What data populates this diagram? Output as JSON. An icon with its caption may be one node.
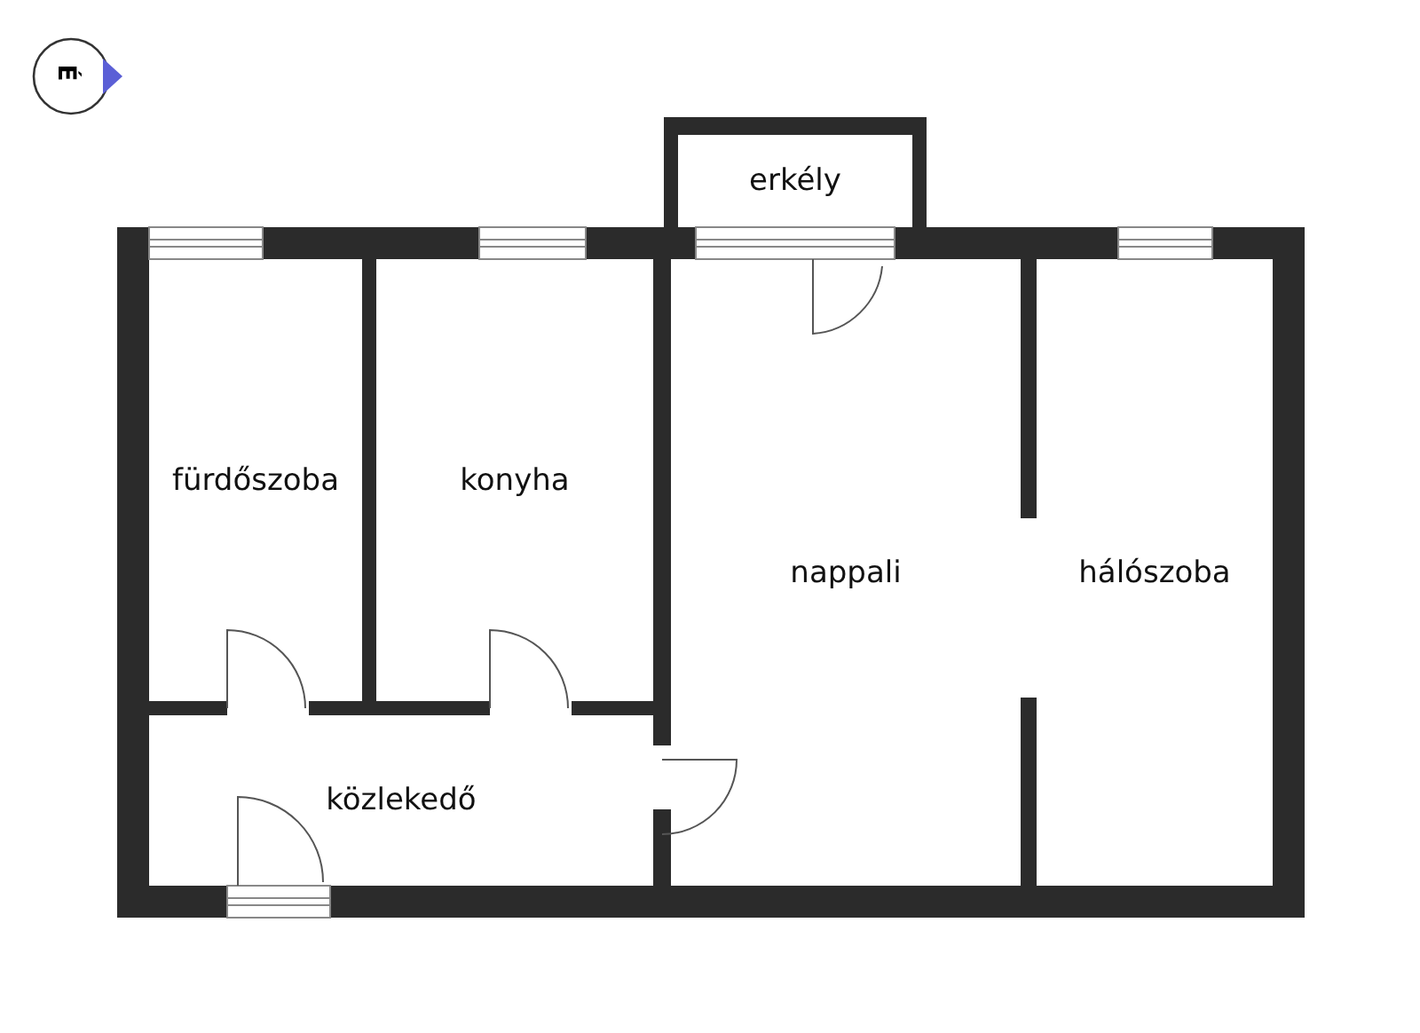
{
  "diagram": {
    "nodes": [
      {
        "text": [
          "erkély"
        ]
      },
      {
        "text": [
          "fürdőszoba"
        ]
      },
      {
        "text": [
          "konyha"
        ]
      },
      {
        "text": [
          "nappali"
        ]
      },
      {
        "text": [
          "hálószoba"
        ]
      },
      {
        "text": [
          "közlekedő"
        ]
      }
    ],
    "labels": [
      "É"
    ]
  }
}
